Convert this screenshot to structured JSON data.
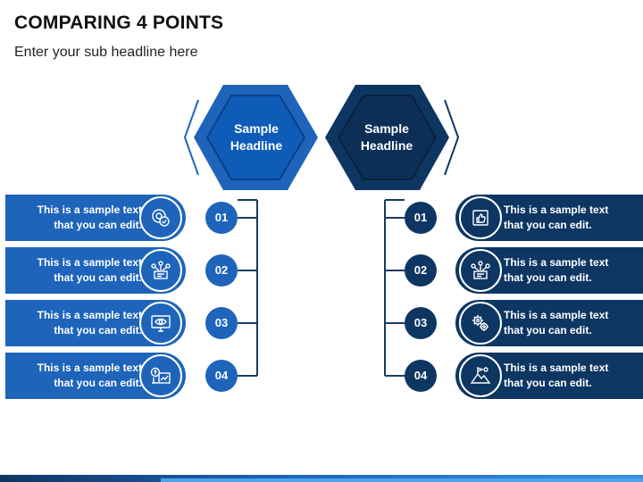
{
  "title": "COMPARING 4 POINTS",
  "subtitle": "Enter your sub headline here",
  "colors": {
    "left_blue": "#1e64ba",
    "right_navy": "#0e3663"
  },
  "left": {
    "headline": "Sample Headline",
    "items": [
      {
        "number": "01",
        "text_line1": "This is a sample text",
        "text_line2": "that you can edit.",
        "icon": "money-gear-icon"
      },
      {
        "number": "02",
        "text_line1": "This is a sample text",
        "text_line2": "that you can edit.",
        "icon": "network-box-icon"
      },
      {
        "number": "03",
        "text_line1": "This is a sample text",
        "text_line2": "that you can edit.",
        "icon": "monitor-eye-icon"
      },
      {
        "number": "04",
        "text_line1": "This is a sample text",
        "text_line2": "that you can edit.",
        "icon": "dollar-chart-icon"
      }
    ]
  },
  "right": {
    "headline": "Sample Headline",
    "items": [
      {
        "number": "01",
        "text_line1": "This is a sample text",
        "text_line2": "that you can edit.",
        "icon": "thumbs-up-icon"
      },
      {
        "number": "02",
        "text_line1": "This is a sample text",
        "text_line2": "that you can edit.",
        "icon": "network-box-icon"
      },
      {
        "number": "03",
        "text_line1": "This is a sample text",
        "text_line2": "that you can edit.",
        "icon": "gears-icon"
      },
      {
        "number": "04",
        "text_line1": "This is a sample text",
        "text_line2": "that you can edit.",
        "icon": "mountain-flag-icon"
      }
    ]
  }
}
